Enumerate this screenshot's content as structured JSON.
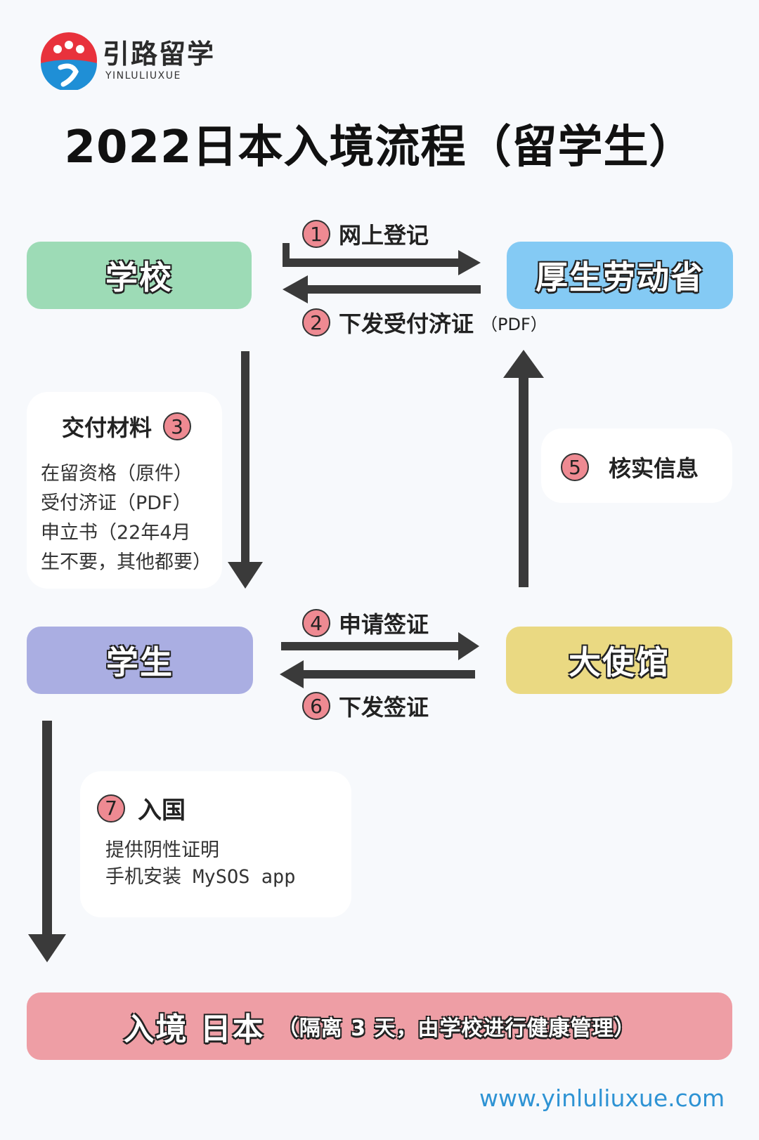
{
  "brand": {
    "name_cn": "引路留学",
    "name_en": "YINLULIUXUE"
  },
  "title": "2022日本入境流程（留学生）",
  "nodes": {
    "school": "学校",
    "mhlw": "厚生劳动省",
    "student": "学生",
    "embassy": "大使馆",
    "entry_main": "入境 日本",
    "entry_sub": "（隔离 3 天，由学校进行健康管理）"
  },
  "steps": {
    "s1": {
      "num": "1",
      "label": "网上登记"
    },
    "s2": {
      "num": "2",
      "label": "下发受付济证",
      "note": "（PDF）"
    },
    "s3": {
      "num": "3",
      "label": "交付材料",
      "lines": "在留资格（原件）\n受付济证（PDF）\n申立书（22年4月\n生不要，其他都要）"
    },
    "s4": {
      "num": "4",
      "label": "申请签证"
    },
    "s5": {
      "num": "5",
      "label": "核实信息"
    },
    "s6": {
      "num": "6",
      "label": "下发签证"
    },
    "s7": {
      "num": "7",
      "label": "入国",
      "lines": "提供阴性证明\n手机安装 MySOS app"
    }
  },
  "footer_url": "www.yinluliuxue.com",
  "colors": {
    "school": "#9ddbb6",
    "mhlw": "#84caf4",
    "student": "#aaaee2",
    "embassy": "#ead982",
    "entry": "#ee9ea5",
    "step_circle": "#ee8a92",
    "arrow": "#3a3a3a",
    "url": "#2e93d4"
  }
}
